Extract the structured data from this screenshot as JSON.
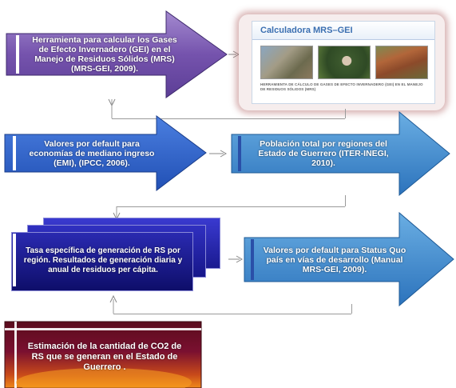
{
  "boxes": {
    "b1": "Herramienta para calcular los Gases de Efecto Invernadero (GEI) en el Manejo de Residuos Sólidos (MRS) (MRS-GEI, 2009).",
    "b2": "Valores por default para economías de mediano ingreso (EMI), (IPCC, 2006).",
    "b3": "Población total por regiones del Estado de Guerrero (ITER-INEGI, 2010).",
    "b4": "Tasa específica de generación de RS por región. Resultados de generación diaria y anual de residuos per cápita.",
    "b5": "Valores por default para Status Quo  país en vías de desarrollo (Manual MRS-GEI, 2009).",
    "b6": "Estimación de la cantidad de CO2 de RS que se generan en el Estado de Guerrero ."
  },
  "card": {
    "title": "Calculadora MRS–GEI",
    "subtitle": "HERRAMIENTA DE CÁLCULO DE GASES DE EFECTO INVERNADERO (GEI) EN EL MANEJO DE RESIDUOS SÓLIDOS (MRS)"
  },
  "colors": {
    "purple": "#7b5bb0",
    "blue": "#2f64c8",
    "navy": "#1a1a8a",
    "teal_blue": "#3f8ed1",
    "dark_red": "#6a1020"
  }
}
